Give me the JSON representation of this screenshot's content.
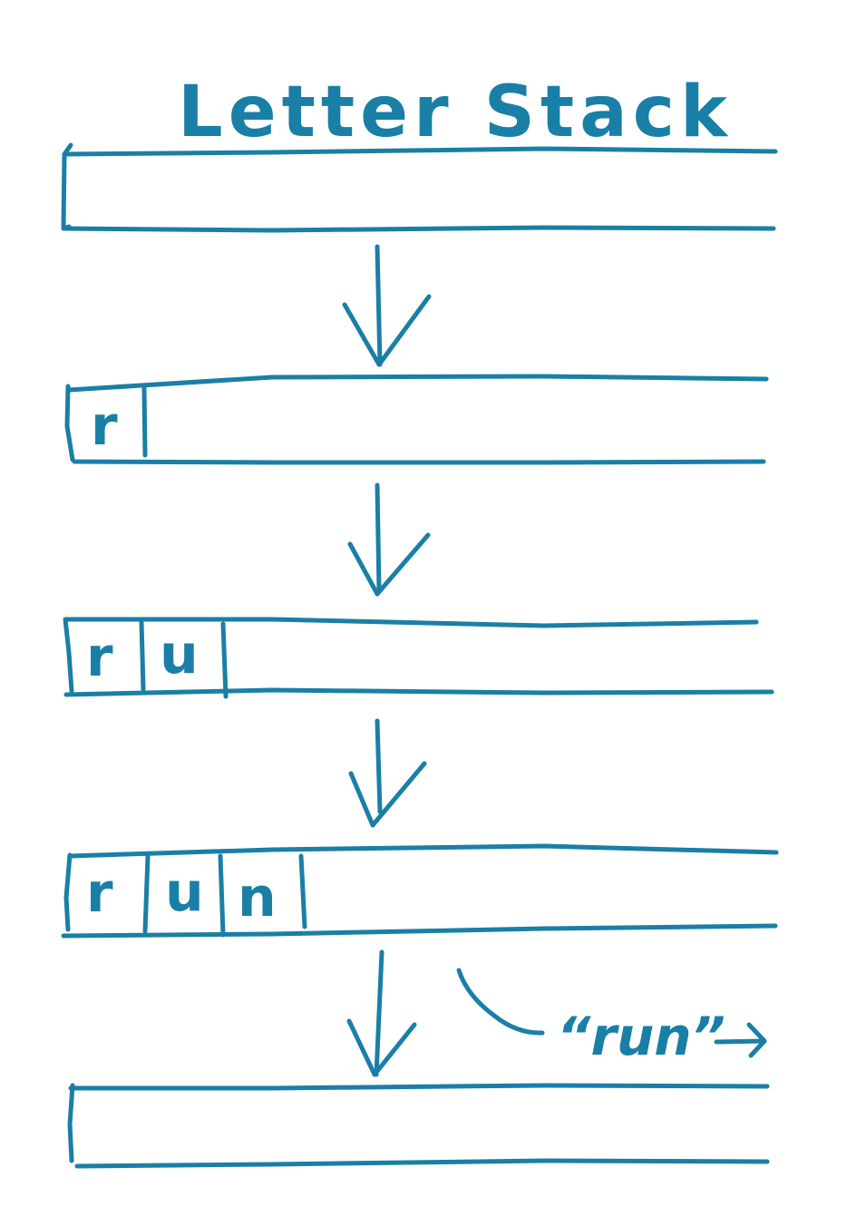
{
  "title": "Letter Stack",
  "stages": [
    {
      "letters": []
    },
    {
      "letters": [
        "r"
      ]
    },
    {
      "letters": [
        "r",
        "u"
      ]
    },
    {
      "letters": [
        "r",
        "u",
        "n"
      ]
    },
    {
      "letters": []
    }
  ],
  "output": {
    "text": "“run”"
  },
  "colors": {
    "ink": "#1a7fa6",
    "background": "#ffffff"
  }
}
